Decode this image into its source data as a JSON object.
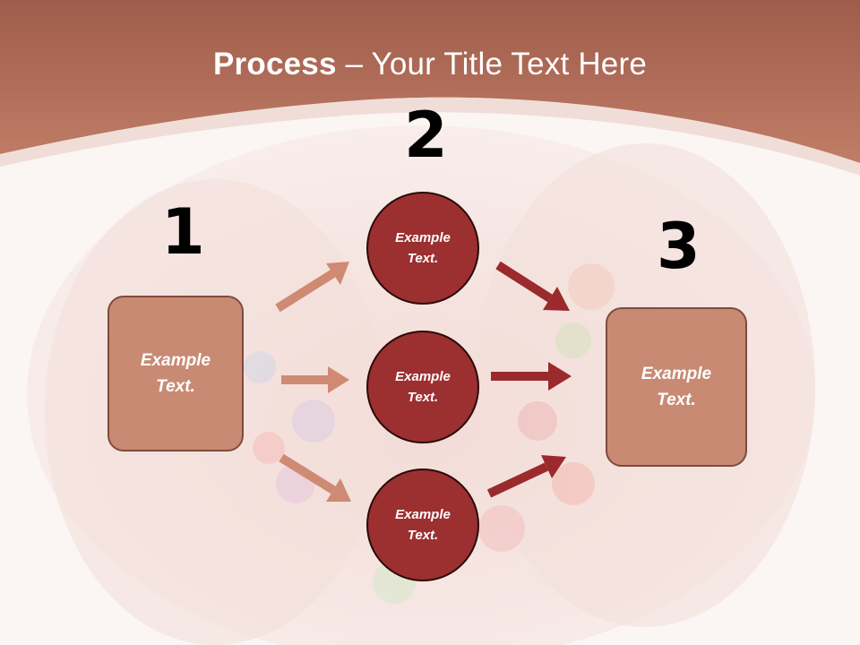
{
  "title": {
    "bold": "Process",
    "rest": " – Your Title Text Here"
  },
  "numbers": [
    "1",
    "2",
    "3"
  ],
  "left_box": {
    "text": "Example\nText."
  },
  "right_box": {
    "text": "Example\nText."
  },
  "circles": [
    {
      "text": "Example\nText."
    },
    {
      "text": "Example\nText."
    },
    {
      "text": "Example\nText."
    }
  ],
  "colors": {
    "header": "#b4725f",
    "box_fill": "#c88a73",
    "circle_fill": "#9c2f30",
    "light_arrow": "#cf8a73",
    "dark_arrow": "#9a2a2c"
  }
}
